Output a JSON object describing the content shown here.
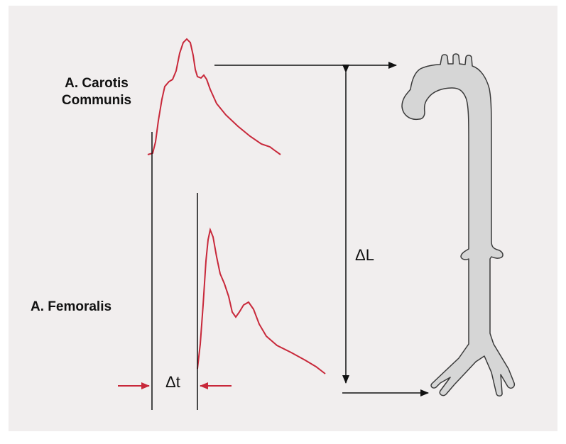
{
  "labels": {
    "carotis_line1": "A. Carotis",
    "carotis_line2": "Communis",
    "femoralis": "A. Femoralis",
    "delta_l": "ΔL",
    "delta_t": "Δt"
  },
  "colors": {
    "background": "#f1eeee",
    "waveform": "#c8283a",
    "line": "#111111",
    "aorta_fill": "#d6d6d6",
    "aorta_stroke": "#3a3a3a"
  }
}
